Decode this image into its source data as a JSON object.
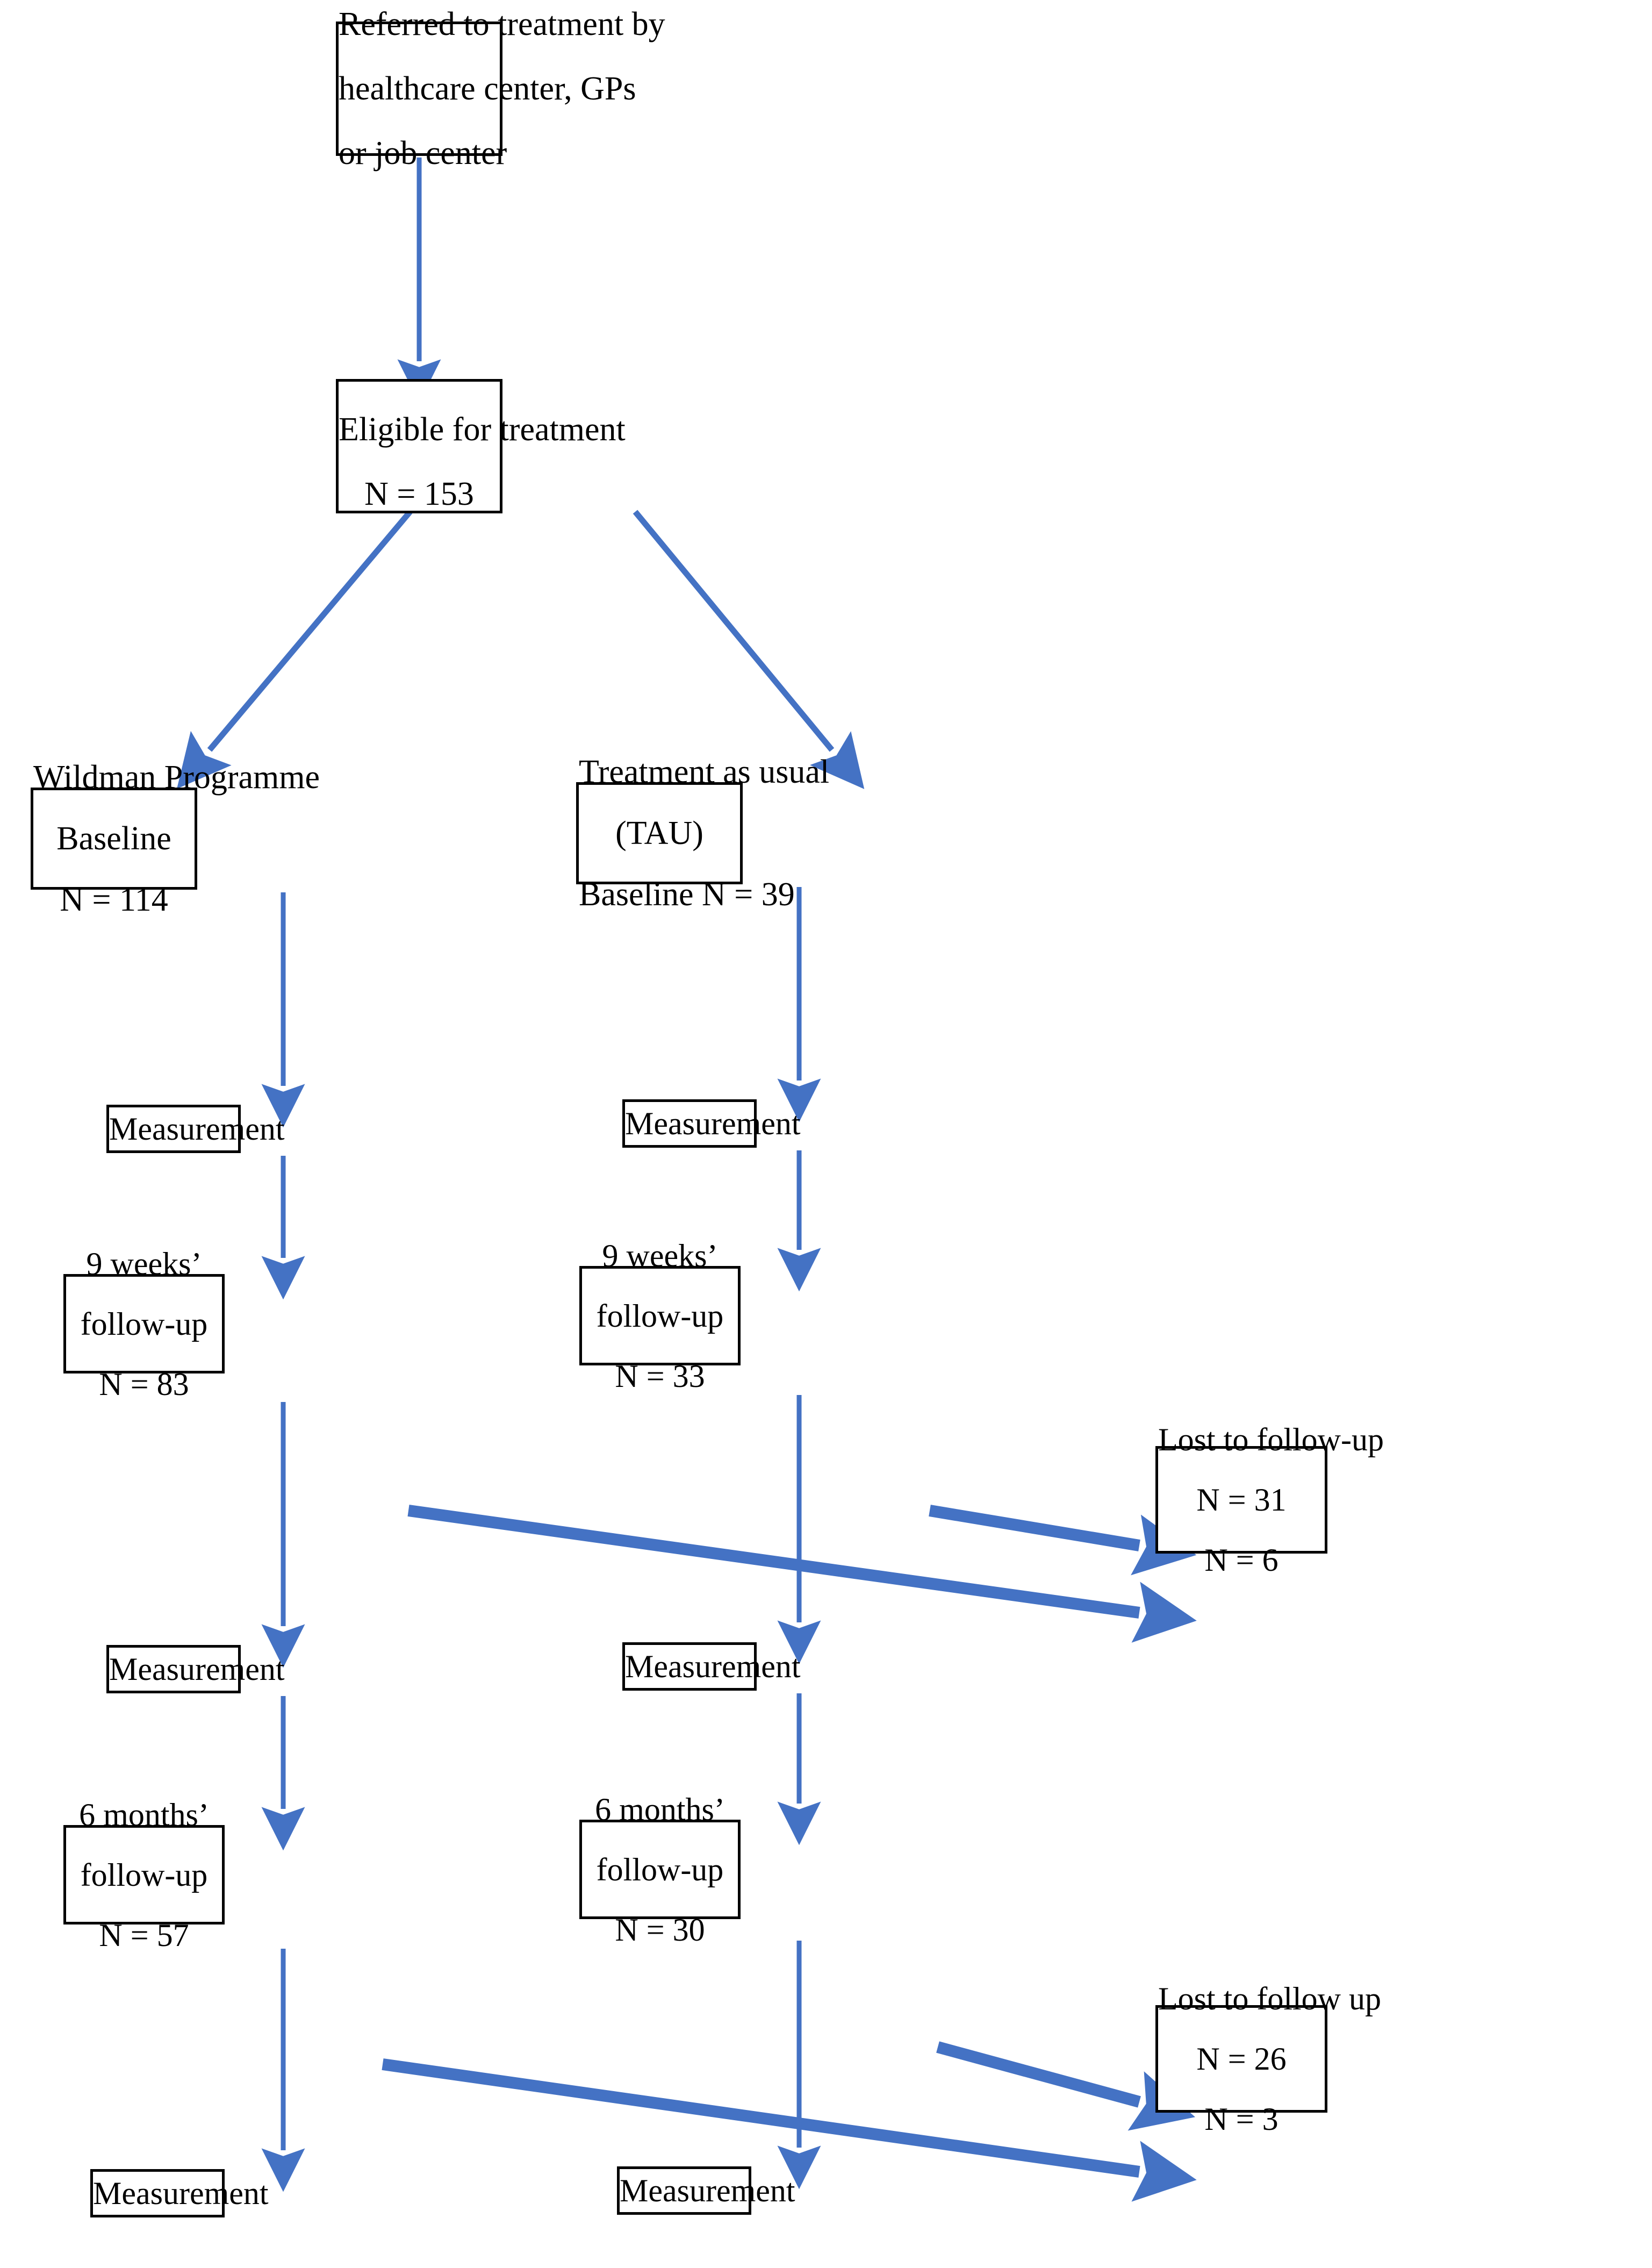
{
  "diagram": {
    "title": "Participant flow diagram",
    "arrow_color": "#4472C4",
    "box_border_color": "#000000",
    "background_color": "#FFFFFF",
    "nodes": {
      "referral": {
        "lines": [
          "Referred to treatment by",
          "healthcare center, GPs",
          "or job center"
        ]
      },
      "eligible": {
        "lines": [
          "Eligible for treatment",
          "N = 153"
        ]
      },
      "wildman_baseline": {
        "lines": [
          "Wildman Programme",
          "Baseline",
          "N = 114"
        ]
      },
      "tau_baseline": {
        "lines": [
          "Treatment as usual",
          "(TAU)",
          "Baseline N = 39"
        ]
      },
      "measurement_w1": {
        "lines": [
          "Measurement"
        ]
      },
      "measurement_t1": {
        "lines": [
          "Measurement"
        ]
      },
      "wildman_9weeks": {
        "lines": [
          "9 weeks’",
          "follow-up",
          "N = 83"
        ]
      },
      "tau_9weeks": {
        "lines": [
          "9 weeks’",
          "follow-up",
          "N = 33"
        ]
      },
      "lost_9weeks": {
        "lines": [
          "Lost to follow-up",
          "N = 31",
          "N = 6"
        ]
      },
      "measurement_w2": {
        "lines": [
          "Measurement"
        ]
      },
      "measurement_t2": {
        "lines": [
          "Measurement"
        ]
      },
      "wildman_6months": {
        "lines": [
          "6 months’",
          "follow-up",
          "N = 57"
        ]
      },
      "tau_6months": {
        "lines": [
          "6 months’",
          "follow-up",
          "N = 30"
        ]
      },
      "lost_6months": {
        "lines": [
          "Lost to follow up",
          "N = 26",
          "N = 3"
        ]
      },
      "measurement_w3": {
        "lines": [
          "Measurement"
        ]
      },
      "measurement_t3": {
        "lines": [
          "Measurement"
        ]
      }
    },
    "edges": [
      {
        "name": "referral-to-eligible",
        "from": "referral",
        "to": "eligible",
        "style": "vertical"
      },
      {
        "name": "eligible-to-wildman",
        "from": "eligible",
        "to": "wildman_baseline",
        "style": "diagonal"
      },
      {
        "name": "eligible-to-tau",
        "from": "eligible",
        "to": "tau_baseline",
        "style": "diagonal"
      },
      {
        "name": "wildman-to-measurement-1",
        "from": "wildman_baseline",
        "to": "measurement_w1",
        "style": "vertical"
      },
      {
        "name": "tau-to-measurement-1",
        "from": "tau_baseline",
        "to": "measurement_t1",
        "style": "vertical"
      },
      {
        "name": "measurement-1-to-wildman-9weeks",
        "from": "measurement_w1",
        "to": "wildman_9weeks",
        "style": "vertical"
      },
      {
        "name": "measurement-1-to-tau-9weeks",
        "from": "measurement_t1",
        "to": "tau_9weeks",
        "style": "vertical"
      },
      {
        "name": "wildman-9weeks-to-lost-1",
        "from": "wildman_9weeks",
        "to": "lost_9weeks",
        "style": "diagonal"
      },
      {
        "name": "tau-9weeks-to-lost-1",
        "from": "tau_9weeks",
        "to": "lost_9weeks",
        "style": "diagonal"
      },
      {
        "name": "wildman-9weeks-to-measurement-2",
        "from": "wildman_9weeks",
        "to": "measurement_w2",
        "style": "vertical"
      },
      {
        "name": "tau-9weeks-to-measurement-2",
        "from": "tau_9weeks",
        "to": "measurement_t2",
        "style": "vertical"
      },
      {
        "name": "measurement-2-to-wildman-6months",
        "from": "measurement_w2",
        "to": "wildman_6months",
        "style": "vertical"
      },
      {
        "name": "measurement-2-to-tau-6months",
        "from": "measurement_t2",
        "to": "tau_6months",
        "style": "vertical"
      },
      {
        "name": "wildman-6months-to-lost-2",
        "from": "wildman_6months",
        "to": "lost_6months",
        "style": "diagonal"
      },
      {
        "name": "tau-6months-to-lost-2",
        "from": "tau_6months",
        "to": "lost_6months",
        "style": "diagonal"
      },
      {
        "name": "wildman-6months-to-measurement-3",
        "from": "wildman_6months",
        "to": "measurement_w3",
        "style": "vertical"
      },
      {
        "name": "tau-6months-to-measurement-3",
        "from": "tau_6months",
        "to": "measurement_t3",
        "style": "vertical"
      }
    ]
  }
}
